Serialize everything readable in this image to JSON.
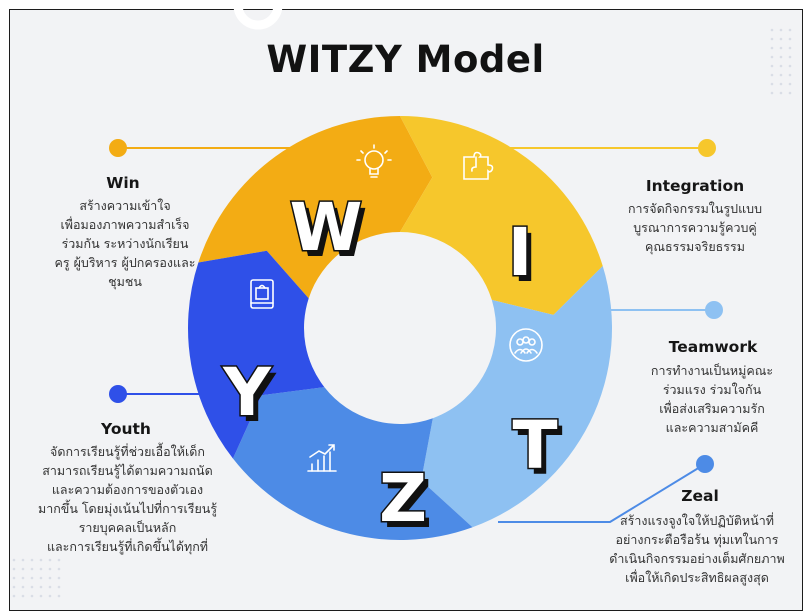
{
  "title": "WITZY Model",
  "colors": {
    "w": "#f3ac14",
    "i": "#f6c72c",
    "t": "#8ec1f2",
    "z": "#4d8be6",
    "y": "#2f50e8",
    "background": "#f2f3f5"
  },
  "segments": [
    {
      "key": "w",
      "letter": "W",
      "icon": "lightbulb-icon",
      "heading": "Win",
      "lines": [
        "สร้างความเข้าใจ",
        "เพื่อมองภาพความสำเร็จ",
        "ร่วมกัน ระหว่างนักเรียน",
        "ครู ผู้บริหาร ผู้ปกครองและ",
        "ชุมชน"
      ]
    },
    {
      "key": "i",
      "letter": "I",
      "icon": "puzzle-icon",
      "heading": "Integration",
      "lines": [
        "การจัดกิจกรรมในรูปแบบ",
        "บูรณาการความรู้ควบคู่",
        "คุณธรรมจริยธรรม"
      ]
    },
    {
      "key": "t",
      "letter": "T",
      "icon": "team-icon",
      "heading": "Teamwork",
      "lines": [
        "การทำงานเป็นหมู่คณะ",
        "ร่วมแรง ร่วมใจกัน",
        "เพื่อส่งเสริมความรัก",
        "และความสามัคคี"
      ]
    },
    {
      "key": "z",
      "letter": "Z",
      "icon": "growth-chart-icon",
      "heading": "Zeal",
      "lines": [
        "สร้างแรงจูงใจให้ปฏิบัติหน้าที่",
        "อย่างกระตือรือร้น ทุ่มเทในการ",
        "ดำเนินกิจกรรมอย่างเต็มศักยภาพ",
        "เพื่อให้เกิดประสิทธิผลสูงสุด"
      ]
    },
    {
      "key": "y",
      "letter": "Y",
      "icon": "book-icon",
      "heading": "Youth",
      "lines": [
        "จัดการเรียนรู้ที่ช่วยเอื้อให้เด็ก",
        "สามารถเรียนรู้ได้ตามความถนัด",
        "และความต้องการของตัวเอง",
        "มากขึ้น โดยมุ่งเน้นไปที่การเรียนรู้",
        "รายบุคคลเป็นหลัก",
        "และการเรียนรู้ที่เกิดขึ้นได้ทุกที่"
      ]
    }
  ]
}
